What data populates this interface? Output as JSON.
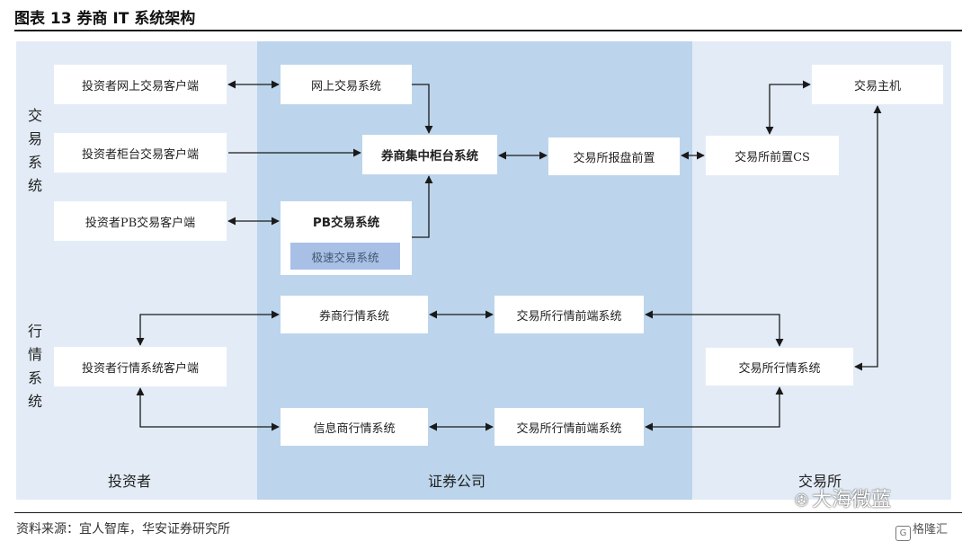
{
  "title": "图表 13 券商 IT 系统架构",
  "columns": {
    "investor": "投资者",
    "broker": "证券公司",
    "exchange": "交易所"
  },
  "side_labels": {
    "trading": [
      "交",
      "易",
      "系",
      "统"
    ],
    "market": [
      "行",
      "情",
      "系",
      "统"
    ]
  },
  "boxes": {
    "online_client": "投资者网上交易客户端",
    "counter_client": "投资者柜台交易客户端",
    "pb_client": "投资者PB交易客户端",
    "market_client": "投资者行情系统客户端",
    "online_system": "网上交易系统",
    "central_counter": "券商集中柜台系统",
    "pb_system": "PB交易系统",
    "fast_system": "极速交易系统",
    "broker_market": "券商行情系统",
    "info_market": "信息商行情系统",
    "report_front": "交易所报盘前置",
    "market_front_1": "交易所行情前端系统",
    "market_front_2": "交易所行情前端系统",
    "exchange_front": "交易所前置CS",
    "exchange_host": "交易主机",
    "exchange_market": "交易所行情系统"
  },
  "colors": {
    "panel_side": "#e3ecf6",
    "panel_center": "#bcd5ec",
    "sub_box": "#a8c0e6",
    "arrow": "#1a1a1a"
  },
  "source": "资料来源：宜人智库，华安证券研究所",
  "watermark": "大海微蓝",
  "logo": "格隆汇"
}
